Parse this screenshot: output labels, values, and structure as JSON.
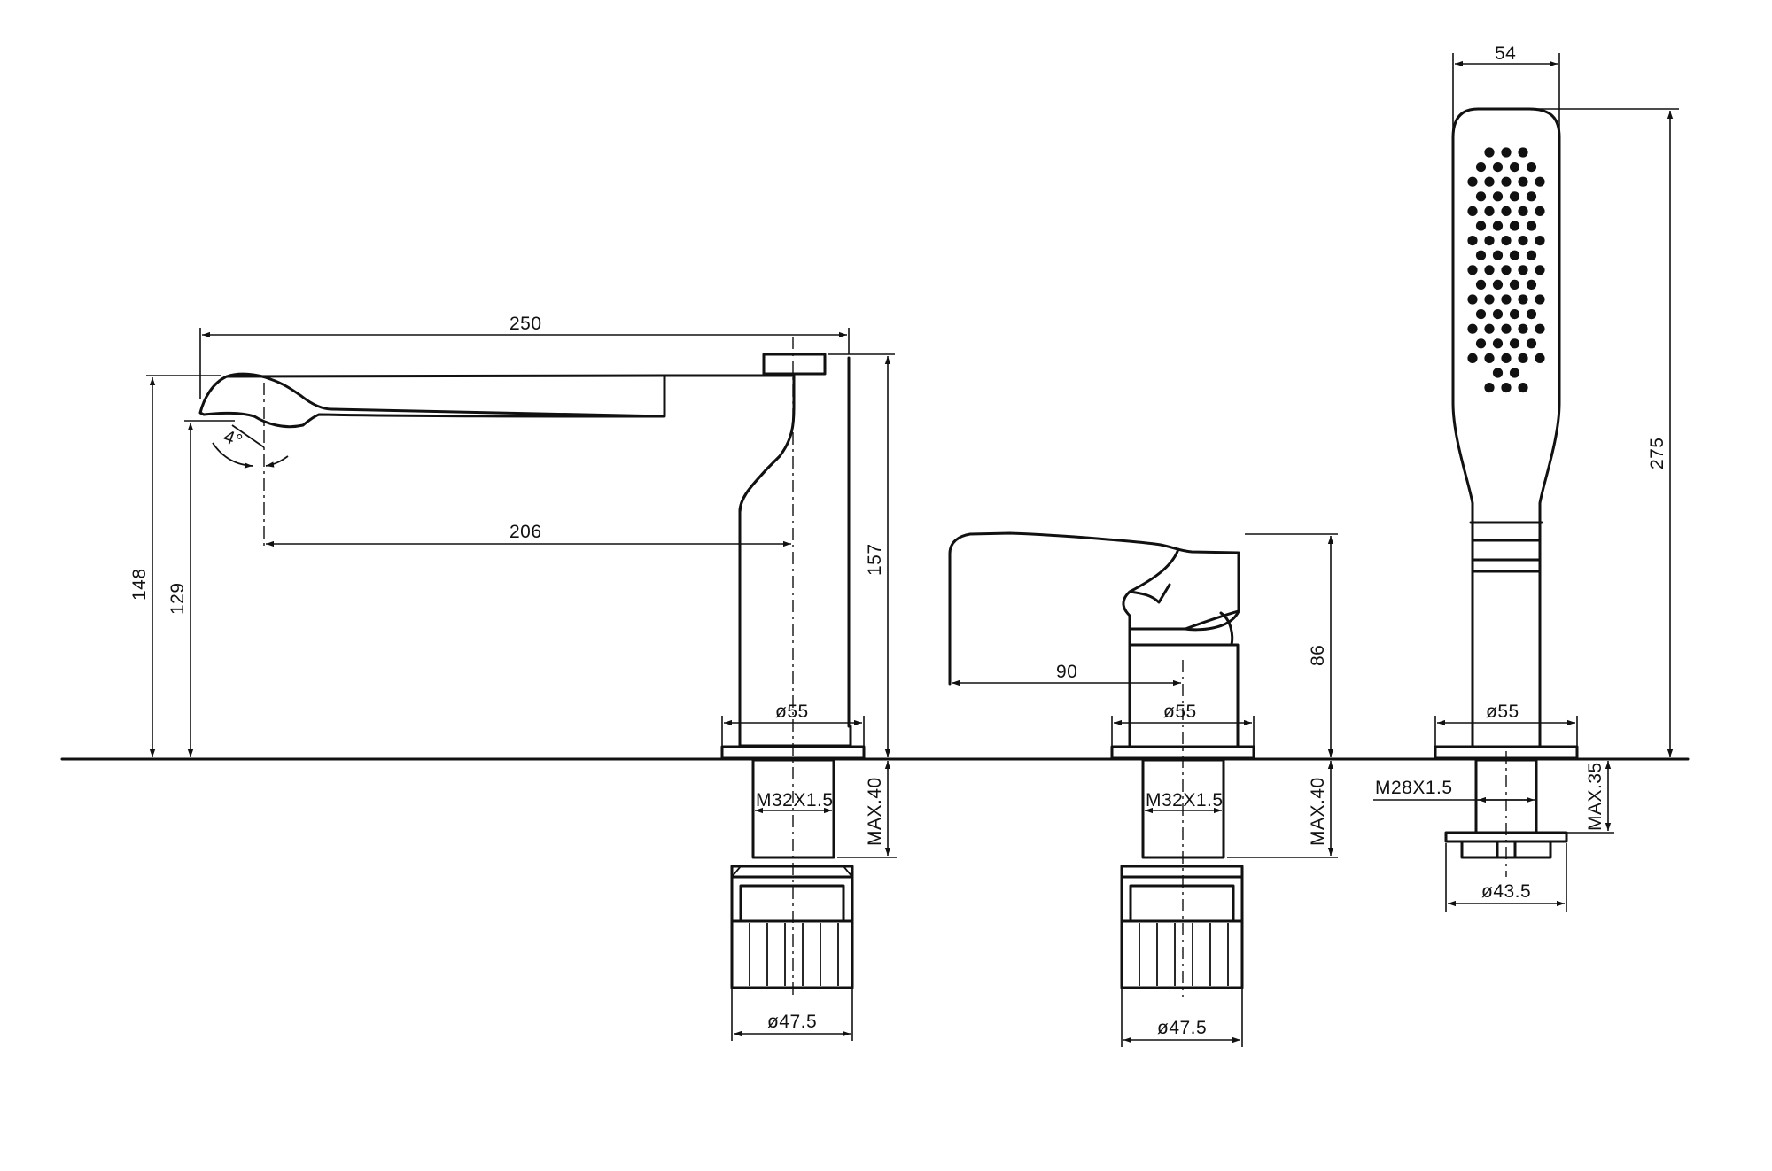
{
  "diagram": {
    "spout": {
      "length": "250",
      "reach": "206",
      "angle": "4°",
      "height_total": "148",
      "height_outlet": "129",
      "height_body": "157",
      "base_diameter": "ø55",
      "thread": "M32X1.5",
      "max_deck": "MAX.40",
      "nut_diameter": "ø47.5"
    },
    "mixer": {
      "lever_reach": "90",
      "height": "86",
      "base_diameter": "ø55",
      "thread": "M32X1.5",
      "max_deck": "MAX.40",
      "nut_diameter": "ø47.5"
    },
    "hand_shower": {
      "width": "54",
      "height": "275",
      "base_diameter": "ø55",
      "thread": "M28X1.5",
      "max_deck": "MAX.35",
      "nut_diameter": "ø43.5"
    }
  }
}
